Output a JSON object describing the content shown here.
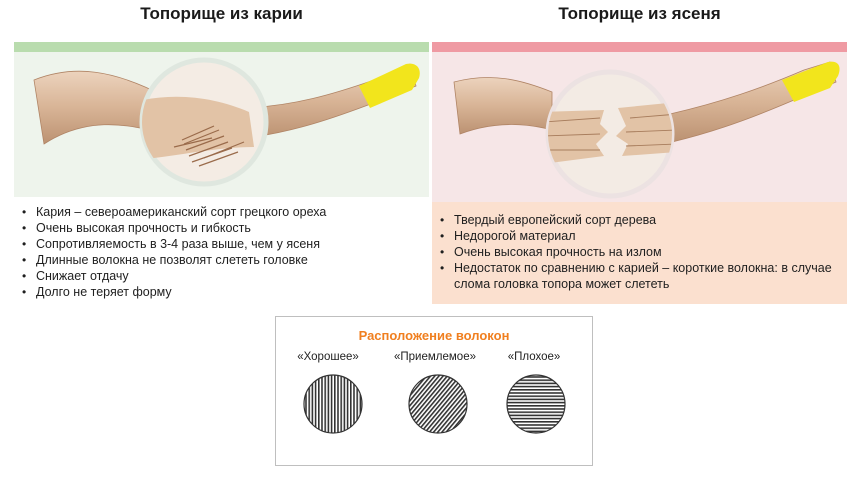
{
  "hickory": {
    "title": "Топорище из карии",
    "bar_color": "#b9dcae",
    "panel_color": "#eef4ec",
    "bullets": [
      "Кария – североамериканский сорт грецкого ореха",
      "Очень высокая прочность и гибкость",
      "Сопротивляемость в 3-4 раза выше, чем у ясеня",
      "Длинные волокна не позволят слететь головке",
      "Снижает отдачу",
      "Долго не теряет форму"
    ]
  },
  "ash": {
    "title": "Топорище из ясеня",
    "bar_color": "#ef9aa3",
    "panel_color": "#f6e6e7",
    "text_panel_color": "#fbe0cf",
    "bullets": [
      "Твердый европейский сорт дерева",
      "Недорогой материал",
      "Очень высокая прочность на излом",
      "Недостаток по сравнению с карией – короткие волокна: в случае слома головка топора может слететь"
    ]
  },
  "fibers": {
    "title": "Расположение волокон",
    "title_color": "#f07f1f",
    "labels": [
      "«Хорошее»",
      "«Приемлемое»",
      "«Плохое»"
    ]
  },
  "colors": {
    "wood": "#d9b79a",
    "wood_dark": "#b98d6c",
    "handle_tip": "#f2e51c"
  }
}
